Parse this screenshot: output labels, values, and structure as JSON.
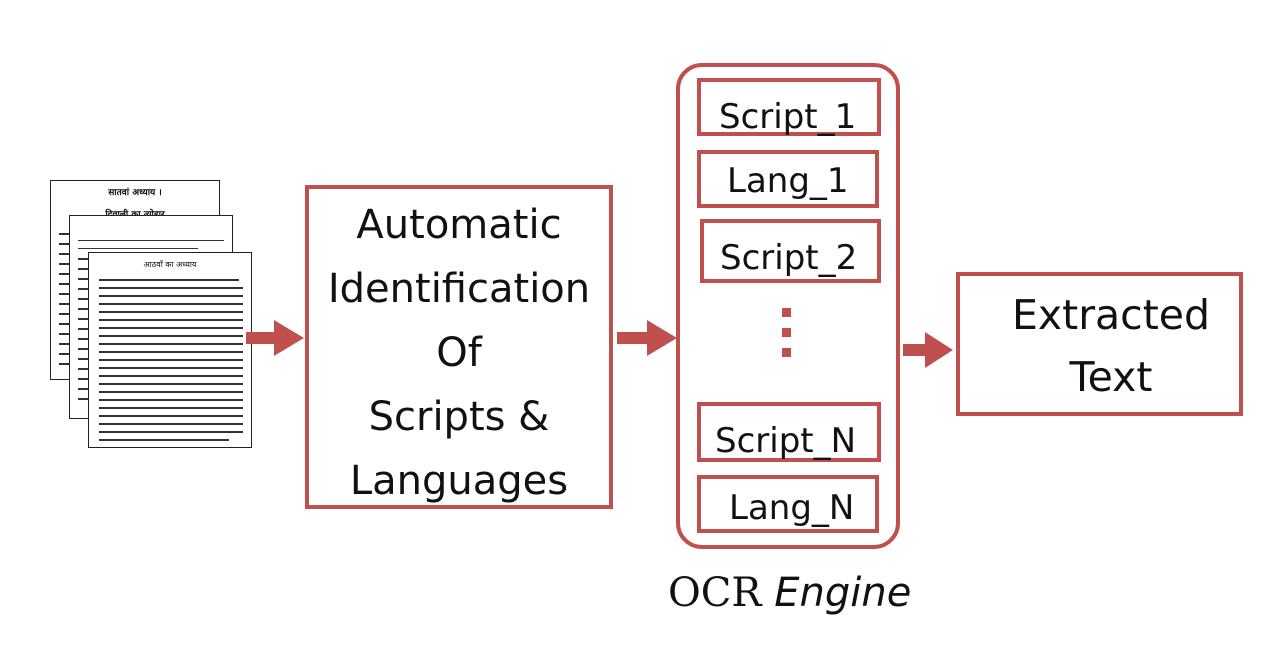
{
  "colors": {
    "accent": "#c0504d",
    "text": "#111111"
  },
  "input_documents": {
    "back_page_title": "सातवां अध्याय ।",
    "back_page_subtitle": "दिवाली का त्योहार",
    "front_page_title": "आठवाँ का अध्याय"
  },
  "process": {
    "lines": [
      "Automatic",
      "Identification",
      "Of",
      "Scripts &",
      "Languages"
    ]
  },
  "ocr_engine": {
    "modules": [
      "Script_1",
      "Lang_1",
      "Script_2",
      "Script_N",
      "Lang_N"
    ],
    "ellipsis": "⋮",
    "caption_main": "OCR",
    "caption_italic": "Engine"
  },
  "output": {
    "lines": [
      "Extracted",
      "Text"
    ]
  }
}
